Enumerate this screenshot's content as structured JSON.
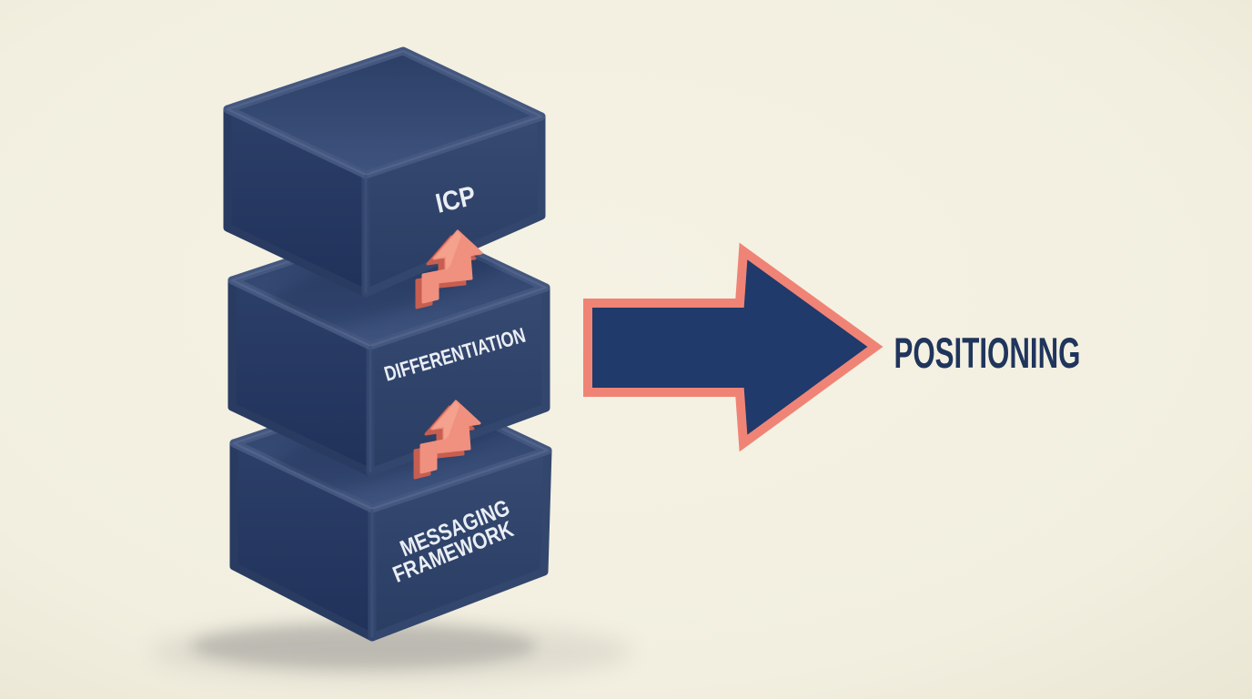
{
  "title": "Positioning stack diagram",
  "palette": {
    "background_cream": "#F2EFE1",
    "box_navy_top": "#34496F",
    "box_navy_left": "#263A61",
    "box_navy_right": "#31456D",
    "label_white": "#EAEEF4",
    "coral_accent": "#EF8476",
    "coral_dark": "#C75E50",
    "flow_arrow_fill": "#1F3A6B",
    "result_text_navy": "#20355C"
  },
  "stack": {
    "boxes": [
      {
        "id": "icp",
        "lines": [
          "ICP"
        ]
      },
      {
        "id": "differentiation",
        "lines": [
          "DIFFERENTIATION"
        ]
      },
      {
        "id": "messaging-framework",
        "lines": [
          "MESSAGING",
          "FRAMEWORK"
        ]
      }
    ],
    "connector_icon": "up-bent-arrow"
  },
  "flow": {
    "arrow_icon": "right-arrow",
    "result_label": "POSITIONING"
  }
}
